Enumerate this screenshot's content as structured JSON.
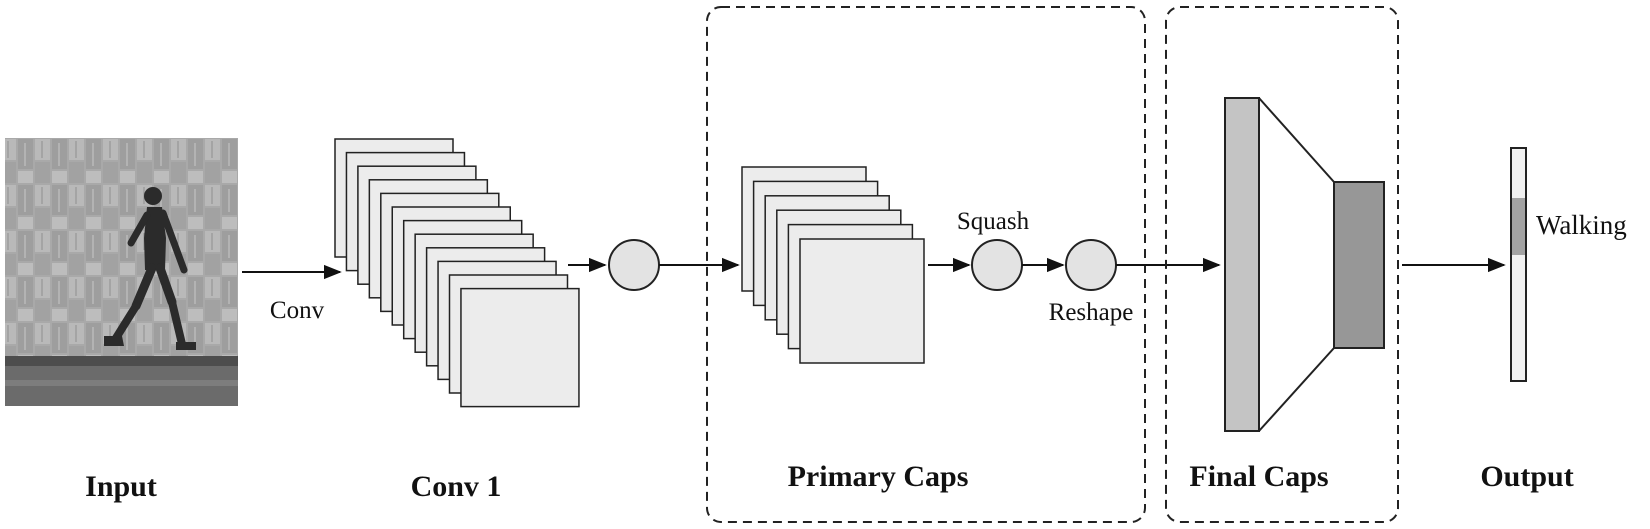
{
  "labels": {
    "input": "Input",
    "conv_arrow": "Conv",
    "conv1": "Conv 1",
    "squash": "Squash",
    "reshape": "Reshape",
    "primary_caps": "Primary Caps",
    "final_caps": "Final Caps",
    "output": "Output",
    "walking": "Walking"
  },
  "colors": {
    "stroke": "#222222",
    "feature_map_fill": "#ececec",
    "node_fill": "#e3e3e3",
    "final_caps_left": "#c4c4c4",
    "final_caps_right": "#979797",
    "output_highlight": "#a3a3a3",
    "output_bar": "#f1f1f1"
  },
  "conv1": {
    "map_count": 12
  },
  "primary_caps": {
    "map_count": 6
  }
}
